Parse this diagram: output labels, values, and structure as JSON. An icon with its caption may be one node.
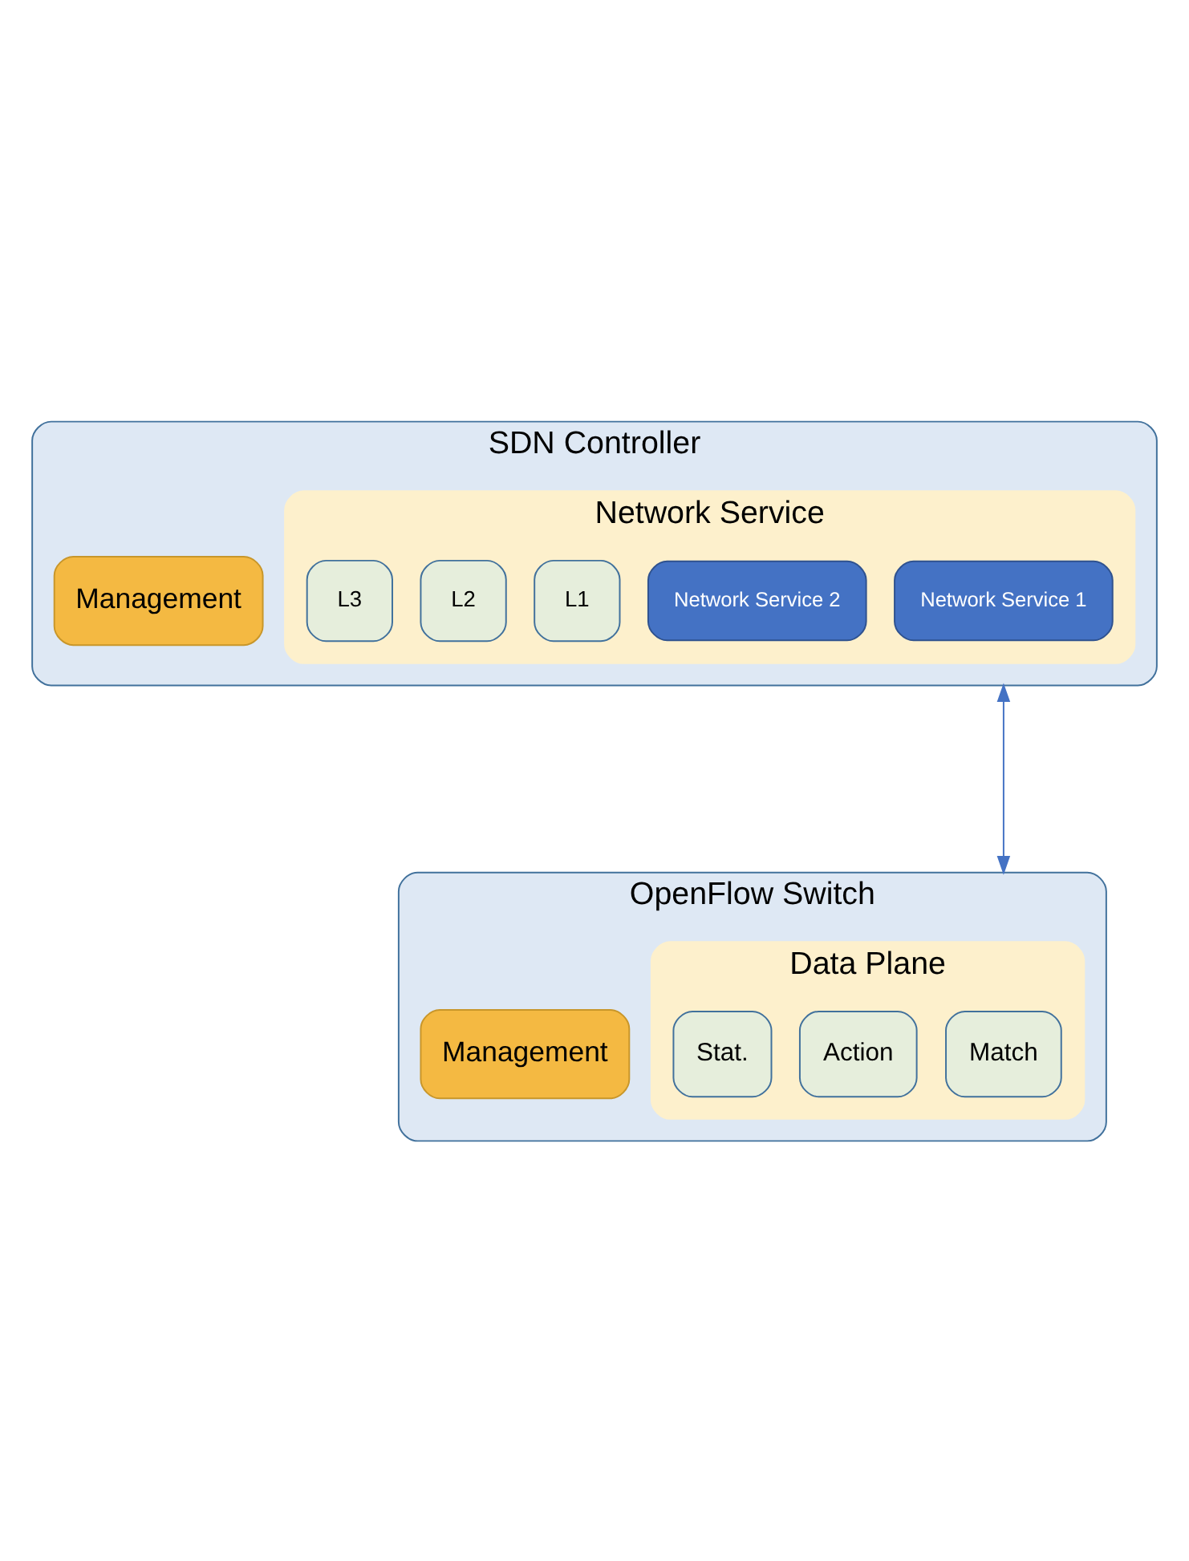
{
  "diagram": {
    "nodes": [
      {
        "text": [
          "SDN Controller"
        ]
      },
      {
        "text": [
          "Management"
        ],
        "in": 0
      },
      {
        "text": [
          "Network Service"
        ],
        "in": 0
      },
      {
        "text": [
          "Network Service 1"
        ],
        "in": 2
      },
      {
        "text": [
          "Network Service 2"
        ],
        "in": 2
      },
      {
        "text": [
          "L1"
        ],
        "in": 2
      },
      {
        "text": [
          "L2"
        ],
        "in": 2
      },
      {
        "text": [
          "L3"
        ],
        "in": 2
      },
      {
        "text": [
          "OpenFlow Switch"
        ]
      },
      {
        "text": [
          "Management"
        ],
        "in": 8
      },
      {
        "text": [
          "Data Plane"
        ],
        "in": 8
      },
      {
        "text": [
          "Match"
        ],
        "in": 10
      },
      {
        "text": [
          "Action"
        ],
        "in": 10
      },
      {
        "text": [
          "Stat."
        ],
        "in": 10
      }
    ],
    "edges": [
      {
        "from": 0,
        "to": 8,
        "arrow": "both",
        "color": "#4472c4"
      }
    ]
  }
}
